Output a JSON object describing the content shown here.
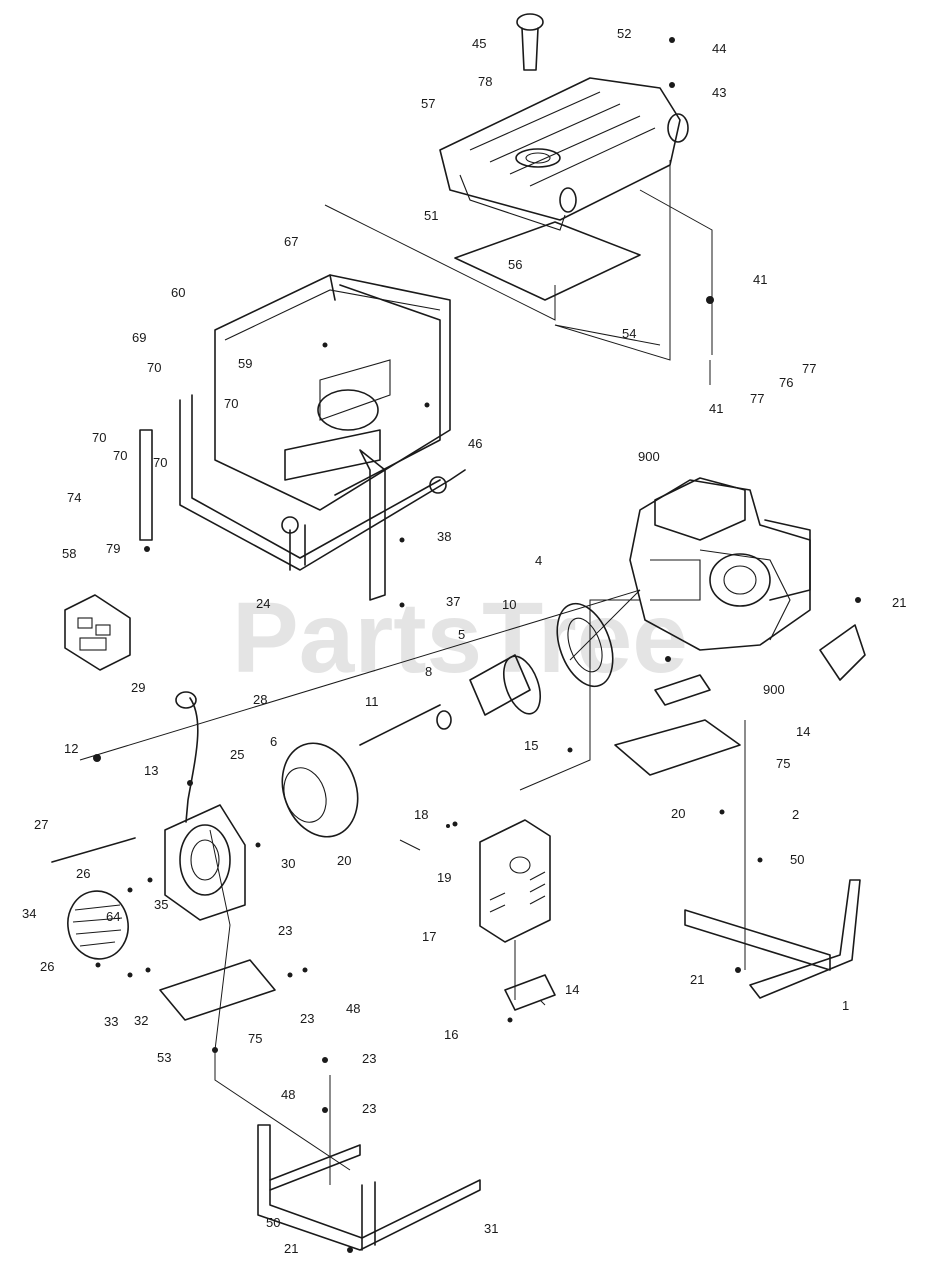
{
  "watermark": "PartsTree",
  "callouts": [
    "45",
    "52",
    "44",
    "43",
    "78",
    "57",
    "51",
    "56",
    "54",
    "41",
    "76",
    "77",
    "77",
    "41",
    "67",
    "60",
    "69",
    "59",
    "70",
    "70",
    "70",
    "70",
    "70",
    "74",
    "79",
    "46",
    "38",
    "58",
    "24",
    "37",
    "900",
    "4",
    "10",
    "5",
    "8",
    "21",
    "900",
    "14",
    "75",
    "15",
    "29",
    "28",
    "11",
    "6",
    "12",
    "13",
    "25",
    "27",
    "26",
    "64",
    "35",
    "20",
    "30",
    "18",
    "19",
    "17",
    "20",
    "2",
    "50",
    "34",
    "23",
    "26",
    "33",
    "32",
    "75",
    "23",
    "48",
    "14",
    "16",
    "21",
    "1",
    "53",
    "23",
    "48",
    "23",
    "50",
    "31",
    "21"
  ]
}
